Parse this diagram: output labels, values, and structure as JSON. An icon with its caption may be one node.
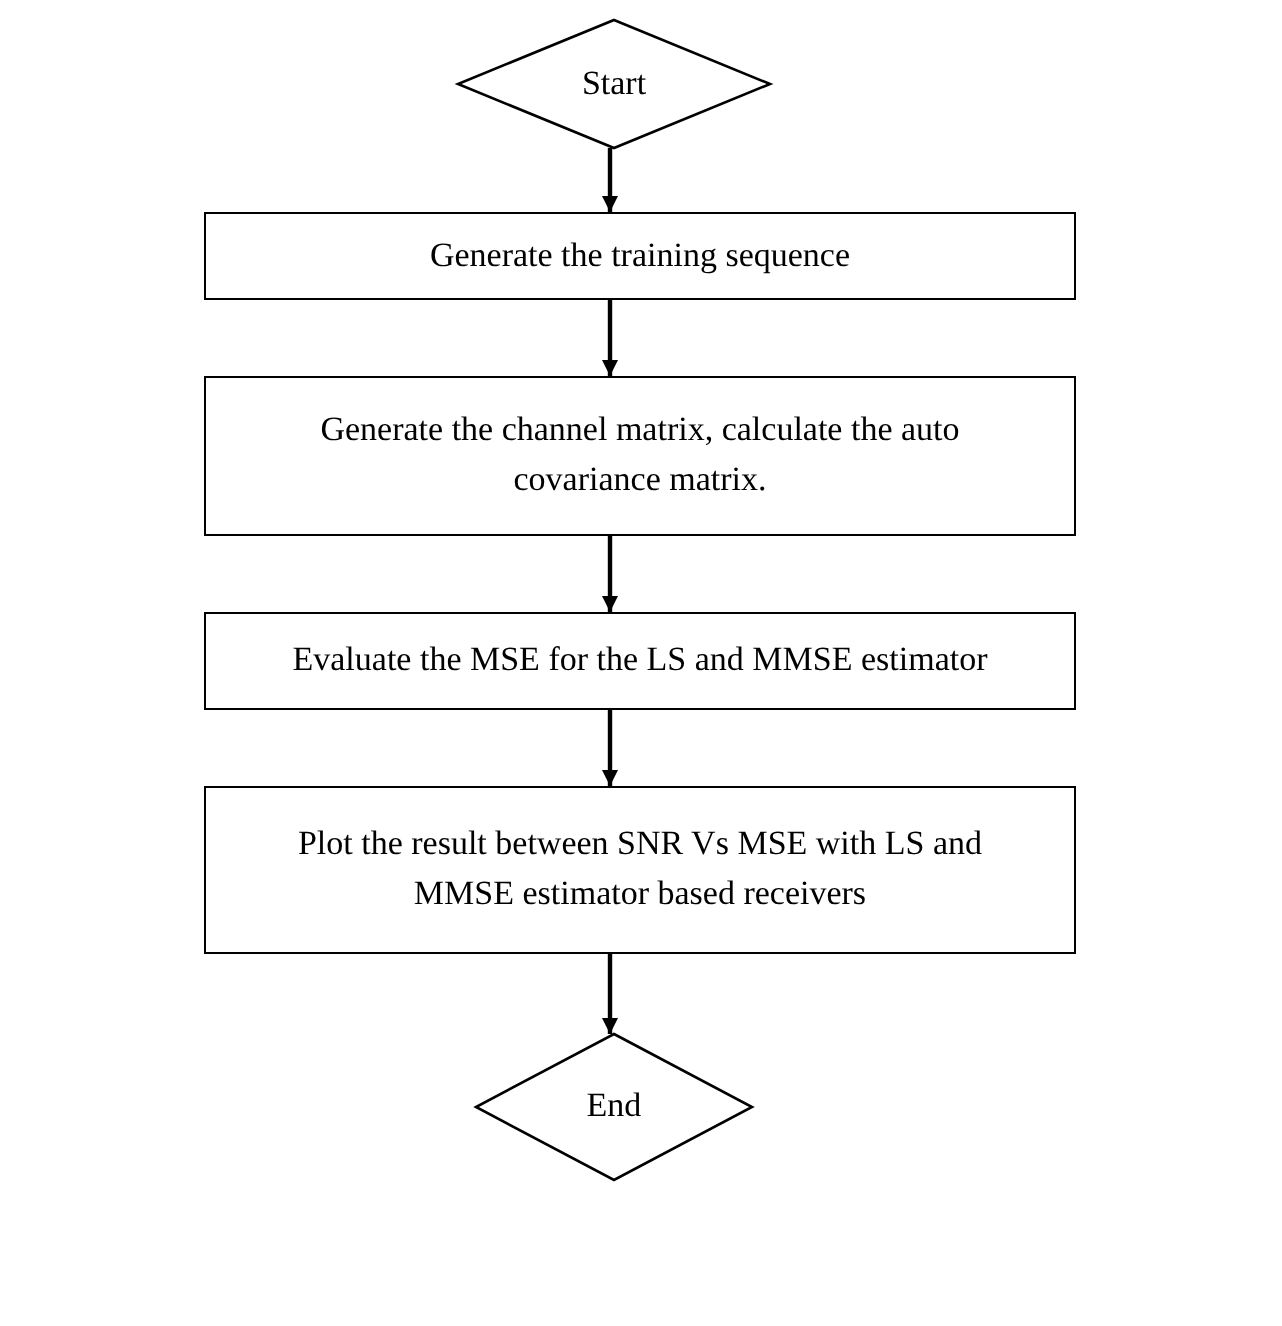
{
  "diagram": {
    "nodes": [
      {
        "text": [
          "Start"
        ]
      },
      {
        "text": [
          "Generate the training sequence"
        ]
      },
      {
        "text": [
          "Generate the channel matrix, calculate the auto covariance matrix."
        ]
      },
      {
        "text": [
          "Evaluate the MSE for the LS and MMSE estimator"
        ]
      },
      {
        "text": [
          "Plot the result between SNR Vs MSE with LS and MMSE estimator based receivers"
        ]
      },
      {
        "text": [
          "End"
        ]
      }
    ],
    "edges": [
      {
        "from": 0,
        "to": 1,
        "arrow": "to"
      },
      {
        "from": 1,
        "to": 2,
        "arrow": "to"
      },
      {
        "from": 2,
        "to": 3,
        "arrow": "to"
      },
      {
        "from": 3,
        "to": 4,
        "arrow": "to"
      },
      {
        "from": 4,
        "to": 5,
        "arrow": "to"
      }
    ]
  }
}
